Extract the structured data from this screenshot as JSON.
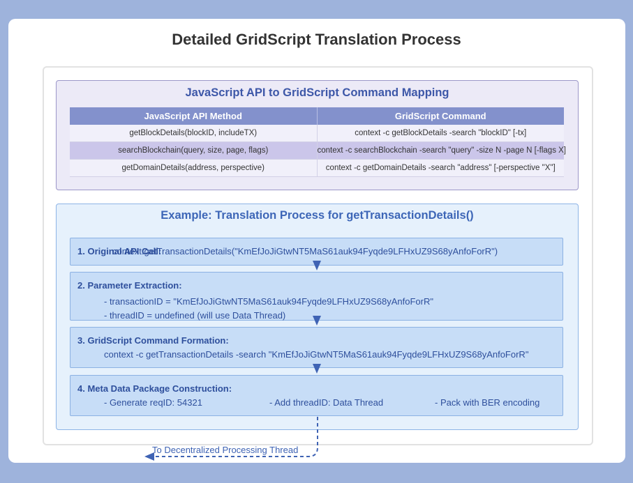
{
  "title": "Detailed GridScript Translation Process",
  "mapping": {
    "title": "JavaScript API to GridScript Command Mapping",
    "columns": [
      "JavaScript API Method",
      "GridScript Command"
    ],
    "rows": [
      [
        "getBlockDetails(blockID, includeTX)",
        "context -c getBlockDetails -search \"blockID\" [-tx]"
      ],
      [
        "searchBlockchain(query, size, page, flags)",
        "context -c searchBlockchain -search \"query\" -size N -page N [-flags X]"
      ],
      [
        "getDomainDetails(address, perspective)",
        "context -c getDomainDetails -search \"address\" [-perspective \"X\"]"
      ]
    ]
  },
  "example": {
    "title": "Example: Translation Process for getTransactionDetails()",
    "step1": {
      "head": "1. Original API Call:",
      "code": "context.getTransactionDetails(\"KmEfJoJiGtwNT5MaS61auk94Fyqde9LFHxUZ9S68yAnfoForR\")"
    },
    "step2": {
      "head": "2. Parameter Extraction:",
      "line1": "- transactionID = \"KmEfJoJiGtwNT5MaS61auk94Fyqde9LFHxUZ9S68yAnfoForR\"",
      "line2": "- threadID = undefined (will use Data Thread)"
    },
    "step3": {
      "head": "3. GridScript Command Formation:",
      "line1": "context -c getTransactionDetails -search \"KmEfJoJiGtwNT5MaS61auk94Fyqde9LFHxUZ9S68yAnfoForR\""
    },
    "step4": {
      "head": "4. Meta Data Package Construction:",
      "item1": "- Generate reqID: 54321",
      "item2": "- Add threadID: Data Thread",
      "item3": "- Pack with BER encoding"
    }
  },
  "flow_label": "To Decentralized Processing Thread",
  "colors": {
    "background": "#9eb3dc",
    "mapping_header": "#8391cc",
    "step_fill": "#c7ddf7",
    "arrow": "#3f63b4"
  }
}
